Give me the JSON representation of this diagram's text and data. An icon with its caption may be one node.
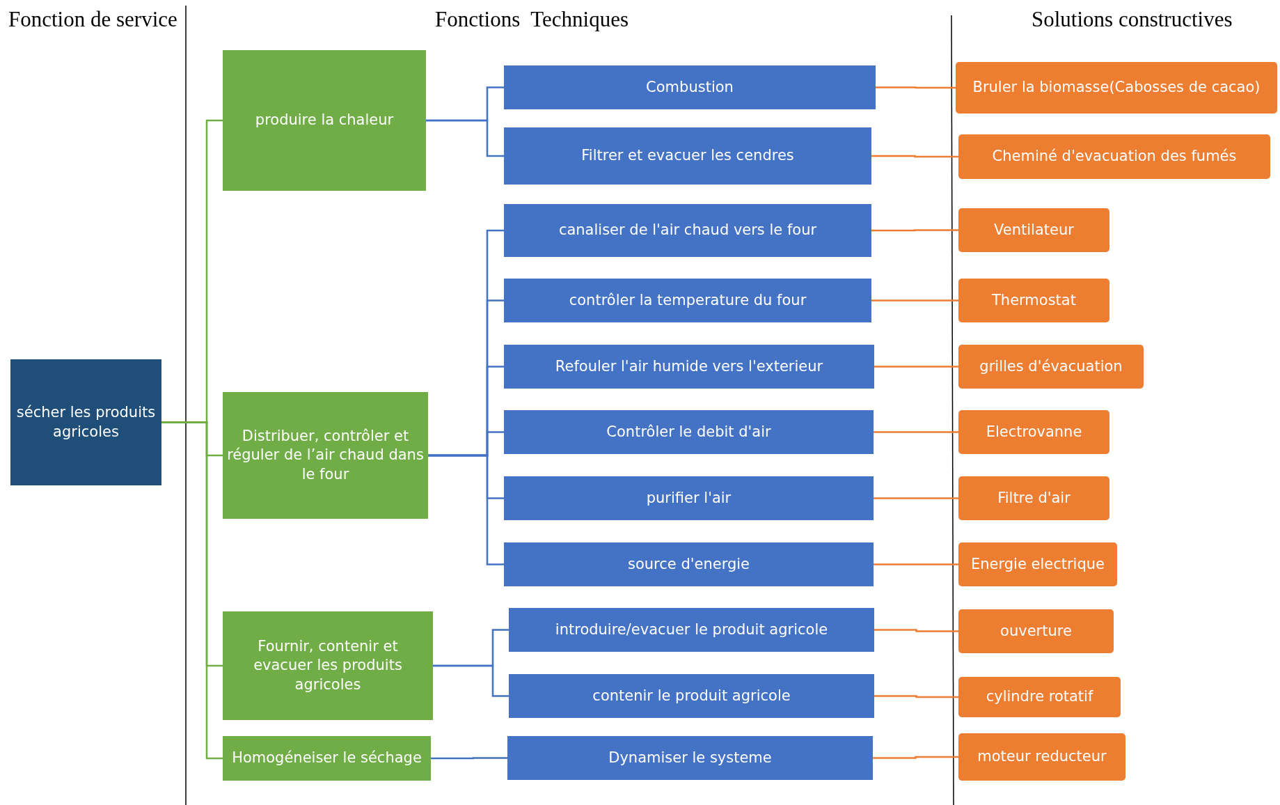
{
  "diagram": {
    "nodes": [
      {
        "text": [
          "sécher les produits agricoles"
        ]
      },
      {
        "text": [
          "produire la chaleur"
        ]
      },
      {
        "text": [
          "Distribuer, contrôler  et réguler de l’air chaud dans le four"
        ]
      },
      {
        "text": [
          "Fournir, contenir et evacuer les produits agricoles"
        ]
      },
      {
        "text": [
          "Homogéneiser le séchage"
        ]
      },
      {
        "text": [
          "Combustion"
        ]
      },
      {
        "text": [
          "Filtrer et evacuer les cendres"
        ]
      },
      {
        "text": [
          "canaliser de l'air chaud vers le four"
        ]
      },
      {
        "text": [
          "contrôler la temperature du four"
        ]
      },
      {
        "text": [
          "Refouler l'air humide vers l'exterieur"
        ]
      },
      {
        "text": [
          "Contrôler le debit d'air"
        ]
      },
      {
        "text": [
          "purifier l'air"
        ]
      },
      {
        "text": [
          "source d'energie"
        ]
      },
      {
        "text": [
          "introduire/evacuer le produit agricole"
        ]
      },
      {
        "text": [
          "contenir le produit agricole"
        ]
      },
      {
        "text": [
          "Dynamiser le systeme"
        ]
      },
      {
        "text": [
          "Bruler la biomasse(Cabosses de cacao)"
        ]
      },
      {
        "text": [
          "Cheminé d'evacuation des fumés"
        ]
      },
      {
        "text": [
          "Ventilateur"
        ]
      },
      {
        "text": [
          "Thermostat"
        ]
      },
      {
        "text": [
          "grilles d'évacuation"
        ]
      },
      {
        "text": [
          "Electrovanne"
        ]
      },
      {
        "text": [
          "Filtre d'air"
        ]
      },
      {
        "text": [
          "Energie electrique"
        ]
      },
      {
        "text": [
          "ouverture"
        ]
      },
      {
        "text": [
          "cylindre rotatif"
        ]
      },
      {
        "text": [
          "moteur reducteur"
        ]
      }
    ],
    "edges": [
      {
        "from": 0,
        "to": 1,
        "arrow": "none",
        "color": "#70ad47"
      },
      {
        "from": 0,
        "to": 2,
        "arrow": "none",
        "color": "#70ad47"
      },
      {
        "from": 0,
        "to": 3,
        "arrow": "none",
        "color": "#70ad47"
      },
      {
        "from": 0,
        "to": 4,
        "arrow": "none",
        "color": "#70ad47"
      },
      {
        "from": 1,
        "to": 5,
        "arrow": "none"
      },
      {
        "from": 1,
        "to": 6,
        "arrow": "none"
      },
      {
        "from": 2,
        "to": 7,
        "arrow": "none"
      },
      {
        "from": 2,
        "to": 8,
        "arrow": "none"
      },
      {
        "from": 2,
        "to": 9,
        "arrow": "none"
      },
      {
        "from": 2,
        "to": 10,
        "arrow": "none"
      },
      {
        "from": 2,
        "to": 11,
        "arrow": "none"
      },
      {
        "from": 2,
        "to": 12,
        "arrow": "none"
      },
      {
        "from": 3,
        "to": 13,
        "arrow": "none"
      },
      {
        "from": 3,
        "to": 14,
        "arrow": "none"
      },
      {
        "from": 4,
        "to": 15,
        "arrow": "none"
      },
      {
        "from": 5,
        "to": 16,
        "arrow": "none",
        "color": "#ed7d31"
      },
      {
        "from": 6,
        "to": 17,
        "arrow": "none",
        "color": "#ed7d31"
      },
      {
        "from": 7,
        "to": 18,
        "arrow": "none",
        "color": "#ed7d31"
      },
      {
        "from": 8,
        "to": 19,
        "arrow": "none",
        "color": "#ed7d31"
      },
      {
        "from": 9,
        "to": 20,
        "arrow": "none",
        "color": "#ed7d31"
      },
      {
        "from": 10,
        "to": 21,
        "arrow": "none",
        "color": "#ed7d31"
      },
      {
        "from": 11,
        "to": 22,
        "arrow": "none",
        "color": "#ed7d31"
      },
      {
        "from": 12,
        "to": 23,
        "arrow": "none",
        "color": "#ed7d31"
      },
      {
        "from": 13,
        "to": 24,
        "arrow": "none",
        "color": "#ed7d31"
      },
      {
        "from": 14,
        "to": 25,
        "arrow": "none",
        "color": "#ed7d31"
      },
      {
        "from": 15,
        "to": 26,
        "arrow": "none",
        "color": "#ed7d31"
      }
    ],
    "labels": [
      "Fonction de service",
      "Fonctions  Techniques",
      "Solutions constructives"
    ]
  }
}
